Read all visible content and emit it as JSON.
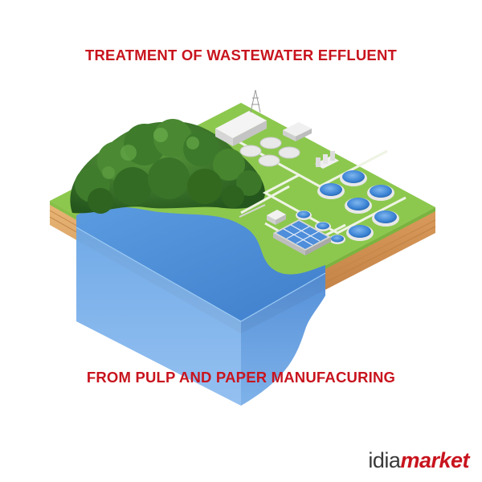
{
  "header": {
    "title": "TREATMENT OF WASTEWATER EFFLUENT"
  },
  "footer": {
    "subtitle": "FROM PULP AND PAPER MANUFACURING"
  },
  "brand": {
    "logo_part1": "idia",
    "logo_part2": "market"
  },
  "colors": {
    "title_red": "#c8141e",
    "grass": "#8bc34a",
    "water": "#4f8fd6",
    "soil": "#d9a46a",
    "forest": "#2f6b26"
  }
}
